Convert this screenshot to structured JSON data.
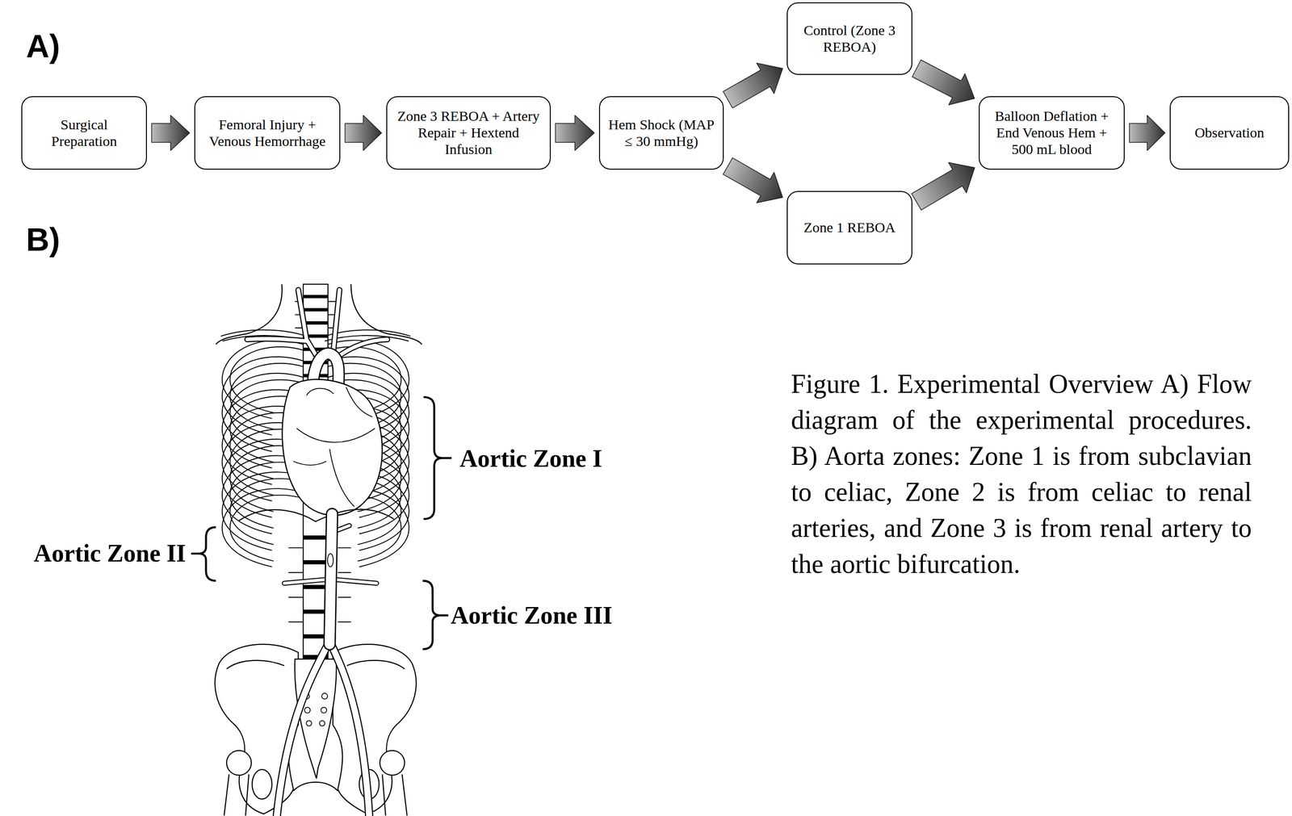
{
  "diagram": {
    "caption": "Figure 1. Experimental Overview A) Flow diagram of the experimental procedures. B) Aorta zones: Zone 1 is from subclavian to celiac, Zone 2 is from celiac to renal arteries, and Zone 3 is from renal artery to the aortic bifurcation.",
    "nodes": [
      {
        "text": [
          "Surgical Preparation"
        ]
      },
      {
        "text": [
          "Femoral Injury + Venous Hemorrhage"
        ]
      },
      {
        "text": [
          "Zone 3 REBOA + Artery Repair + Hextend Infusion"
        ]
      },
      {
        "text": [
          "Hem Shock (MAP ≤ 30 mmHg)"
        ]
      },
      {
        "text": [
          "Control (Zone 3 REBOA)"
        ]
      },
      {
        "text": [
          "Zone 1 REBOA"
        ]
      },
      {
        "text": [
          "Balloon Deflation + End Venous Hem + 500 mL blood"
        ]
      },
      {
        "text": [
          "Observation"
        ]
      }
    ],
    "edges": [
      {
        "from": 0,
        "to": 1,
        "arrow": "to"
      },
      {
        "from": 1,
        "to": 2,
        "arrow": "to"
      },
      {
        "from": 2,
        "to": 3,
        "arrow": "to"
      },
      {
        "from": 3,
        "to": 4,
        "arrow": "to"
      },
      {
        "from": 3,
        "to": 5,
        "arrow": "to"
      },
      {
        "from": 4,
        "to": 6,
        "arrow": "to"
      },
      {
        "from": 5,
        "to": 6,
        "arrow": "to"
      },
      {
        "from": 6,
        "to": 7,
        "arrow": "to"
      }
    ],
    "labels": [
      "A)",
      "B)",
      "Aortic Zone I",
      "Aortic Zone II",
      "Aortic Zone III"
    ]
  }
}
